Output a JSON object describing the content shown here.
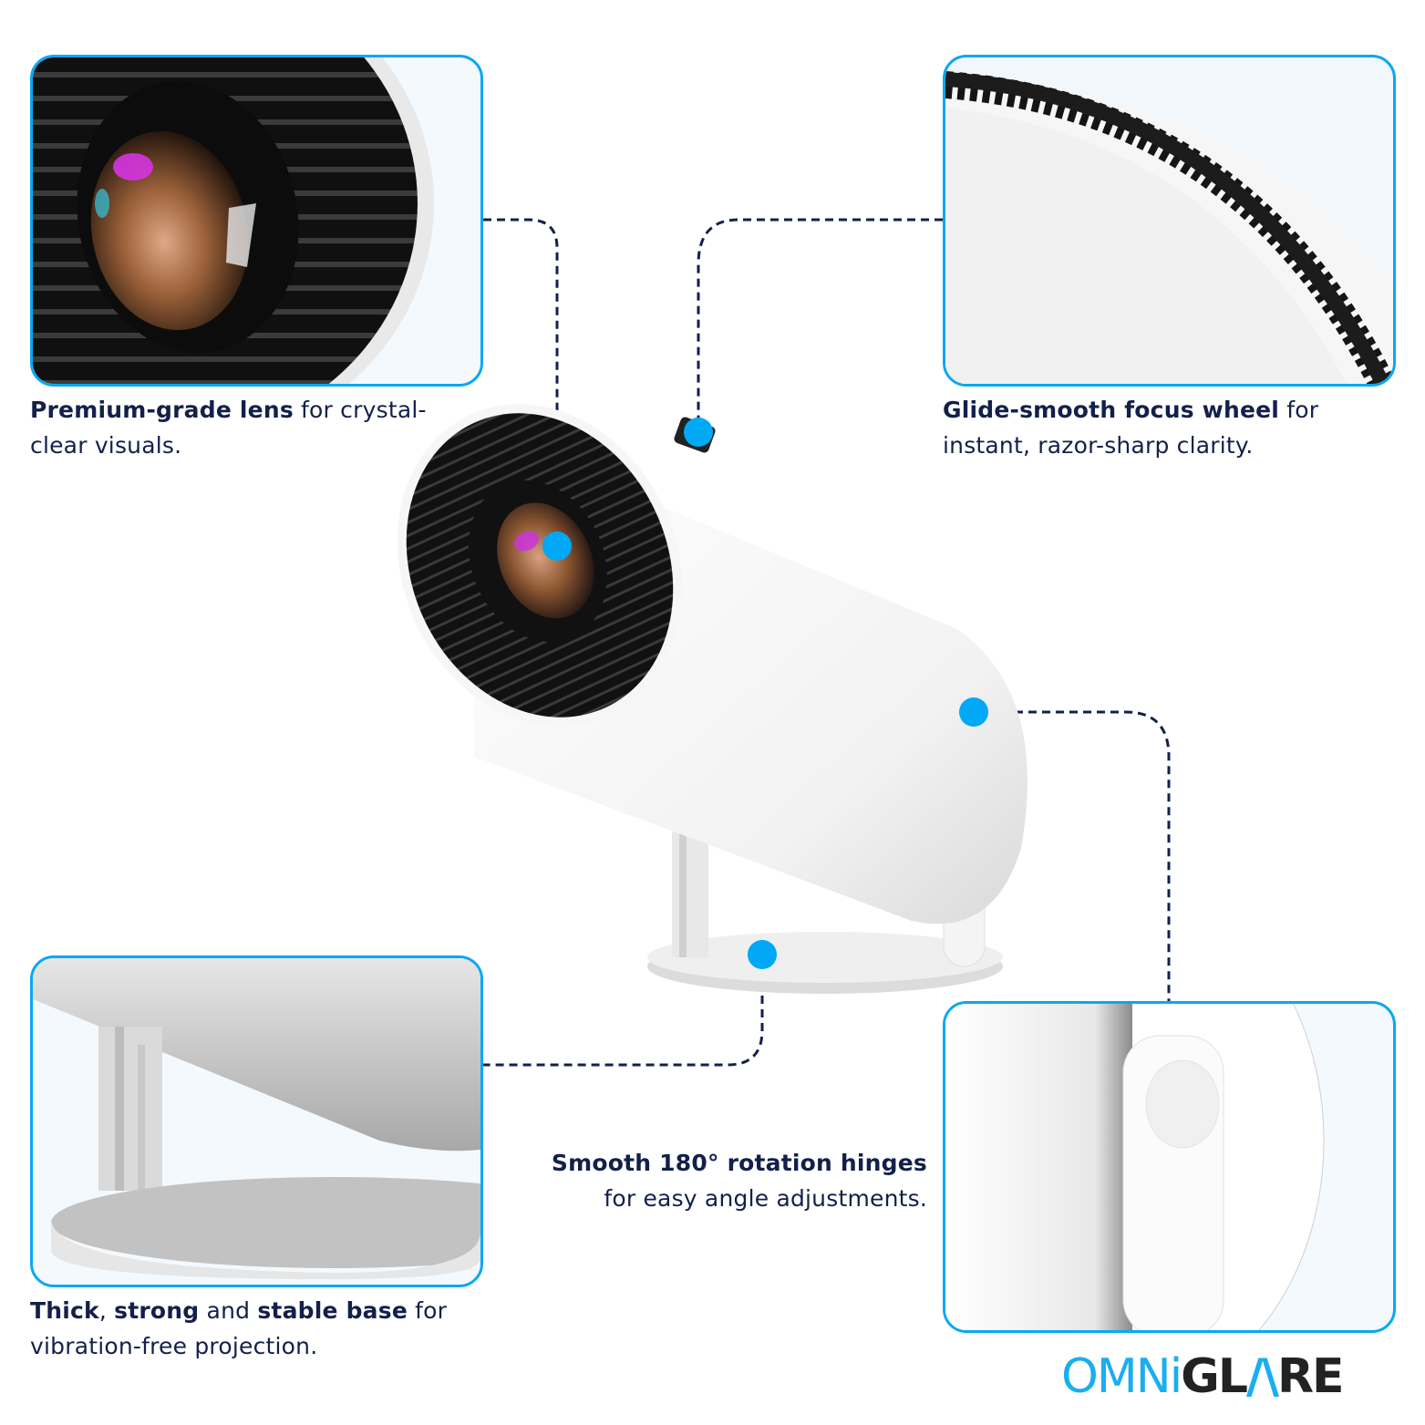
{
  "brand": {
    "logo_thin": "OMNi",
    "logo_bold_1": "GL",
    "logo_accent": "/\\",
    "logo_bold_2": "RE",
    "accent_color": "#00A8F5",
    "text_color": "#13204A"
  },
  "features": [
    {
      "id": "lens",
      "bold": "Premium-grade lens",
      "rest_1": " for crystal-",
      "rest_2": "clear visuals.",
      "panel_image": "lens-closeup"
    },
    {
      "id": "focus-wheel",
      "bold": "Glide-smooth focus wheel",
      "rest_1": " for",
      "rest_2": "instant, razor-sharp clarity.",
      "panel_image": "focus-wheel-closeup"
    },
    {
      "id": "base",
      "bold_1": "Thick",
      "sep_1": ", ",
      "bold_2": "strong",
      "sep_2": " and ",
      "bold_3": "stable base",
      "rest_1": " for",
      "rest_2": "vibration-free projection.",
      "panel_image": "base-closeup"
    },
    {
      "id": "hinges",
      "bold": "Smooth 180° rotation hinges",
      "rest_2": "for easy angle adjustments.",
      "panel_image": "hinge-closeup"
    }
  ]
}
